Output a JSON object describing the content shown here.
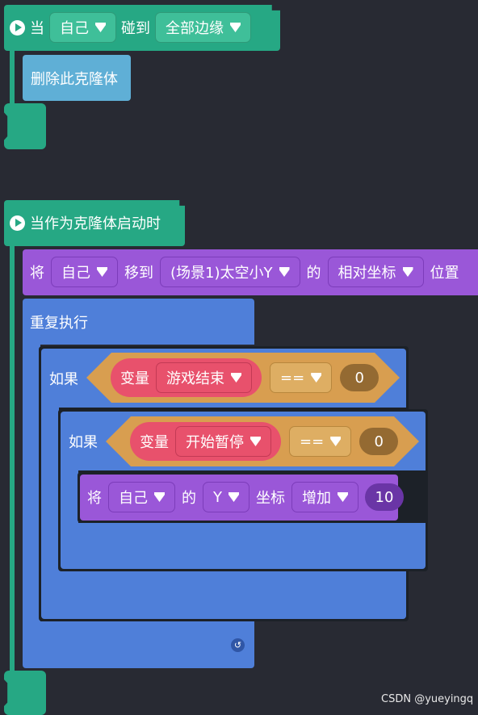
{
  "block1": {
    "prefix": "当",
    "target": "自己",
    "verb": "碰到",
    "edge": "全部边缘",
    "action": "删除此克隆体"
  },
  "block2": {
    "hat": "当作为克隆体启动时",
    "move": {
      "verb": "将",
      "who": "自己",
      "action": "移到",
      "target": "(场景1)太空小Y",
      "of": "的",
      "mode": "相对坐标",
      "position": "位置"
    },
    "repeat": "重复执行",
    "if1": {
      "label": "如果",
      "var_word": "变量",
      "var_name": "游戏结束",
      "op": "==",
      "value": "0"
    },
    "if2": {
      "label": "如果",
      "var_word": "变量",
      "var_name": "开始暂停",
      "op": "==",
      "value": "0"
    },
    "change": {
      "verb": "将",
      "who": "自己",
      "of": "的",
      "axis": "Y",
      "coord": "坐标",
      "op": "增加",
      "amount": "10"
    }
  },
  "watermark": "CSDN @yueyingq",
  "colors": {
    "event": "#26a884",
    "looks": "#9a57d8",
    "control": "#4f7fd9",
    "operator": "#d89e50",
    "variable": "#e8516c",
    "action": "#5fafd6"
  }
}
